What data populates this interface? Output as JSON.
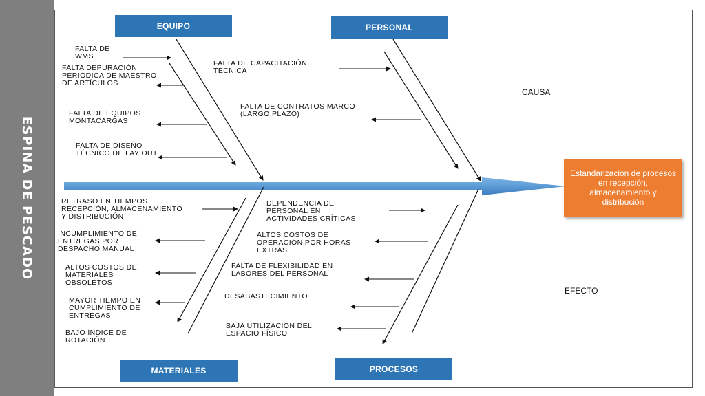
{
  "sidebar": {
    "title": "ESPINA DE PESCADO"
  },
  "categories": {
    "equipo": "EQUIPO",
    "personal": "PERSONAL",
    "materiales": "MATERIALES",
    "procesos": "PROCESOS"
  },
  "effect": "Estandarización de procesos en recepción, almacenamiento y distribución",
  "labels": {
    "causa": "CAUSA",
    "efecto": "EFECTO"
  },
  "causes": {
    "equipo": [
      "FALTA DE\nWMS",
      "FALTA DEPURACIÓN\nPERIÓDICA DE MAESTRO\nDE ARTÍCULOS",
      "FALTA DE EQUIPOS\nMONTACARGAS",
      "FALTA DE DISEÑO\nTÉCNICO DE LAY OUT"
    ],
    "personal": [
      "FALTA DE CAPACITACIÓN\nTÉCNICA",
      "FALTA DE CONTRATOS MARCO\n(LARGO PLAZO)"
    ],
    "materiales": [
      "RETRASO EN TIEMPOS\nRECEPCIÓN, ALMACENAMIENTO\nY DISTRIBUCIÓN",
      "INCUMPLIMIENTO DE\nENTREGAS POR\nDESPACHO MANUAL",
      "ALTOS COSTOS DE\nMATERIALES\nOBSOLETOS",
      "MAYOR TIEMPO EN\nCUMPLIMIENTO DE\nENTREGAS",
      "BAJO ÍNDICE DE\nROTACIÓN"
    ],
    "procesos": [
      "DEPENDENCIA DE\nPERSONAL EN\nACTIVIDADES CRÍTICAS",
      "ALTOS COSTOS DE\nOPERACIÓN POR HORAS\nEXTRAS",
      "FALTA DE FLEXIBILIDAD EN\nLABORES DEL PERSONAL",
      "DESABASTECIMIENTO",
      "BAJA UTILIZACIÓN DEL\nESPACIO FÍSICO"
    ]
  },
  "colors": {
    "category": "#2e75b6",
    "effect": "#ed7d31",
    "spine": "#5b9bd5",
    "sidebar": "#7f7f7f"
  }
}
